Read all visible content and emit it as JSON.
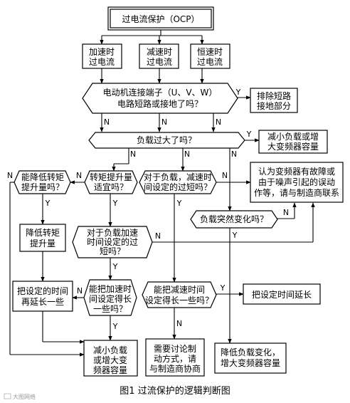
{
  "title_node": "过电流保护（OCP）",
  "labels": {
    "yes": "Y",
    "no": "N"
  },
  "nodes": {
    "accel": [
      "加速时",
      "过电流"
    ],
    "decel": [
      "减速时",
      "过电流"
    ],
    "const": [
      "恒速时",
      "过电流"
    ],
    "q_short": [
      "电动机连接端子（U、V、W）",
      "电路短路或接地了吗？"
    ],
    "fix_short": [
      "排除短路",
      "接地部分"
    ],
    "q_load": [
      "负载过大了吗？"
    ],
    "reduce_load": [
      "减小负载或增",
      "大变频器容量"
    ],
    "q_lower_boost": [
      "能降低转矩",
      "提升量吗？"
    ],
    "q_boost_ok": [
      "转矩提升量",
      "适宜吗？"
    ],
    "q_decel_short": [
      "对于负载，减速时",
      "间设定的过短吗？"
    ],
    "contact_maker": [
      "认为变频器有故障或",
      "由于噪声引起的误动",
      "作等，请与制造商联系"
    ],
    "q_sudden": [
      "负载突然变化吗？"
    ],
    "lower_boost": [
      "降低转矩",
      "提升量"
    ],
    "q_accel_short": [
      "对于负载加速",
      "时间设定的过",
      "短吗？"
    ],
    "extend_time": [
      "把设定的时间",
      "再延长一些"
    ],
    "q_accel_longer": [
      "能把加速时",
      "间设定得长",
      "一些吗？"
    ],
    "q_decel_longer": [
      "能把减速时间",
      "设定得长一些吗？"
    ],
    "set_longer": [
      "把设定时间延长"
    ],
    "reduce_load_final": [
      "减小负载",
      "或增大变",
      "频器容量"
    ],
    "braking": [
      "需要讨论制",
      "动方式，请",
      "与制造商协商"
    ],
    "reduce_variation": [
      "降低负载变化，",
      "增大变频器容量"
    ]
  },
  "caption": "图1   过流保护的逻辑判断图",
  "watermark": "大图网络"
}
